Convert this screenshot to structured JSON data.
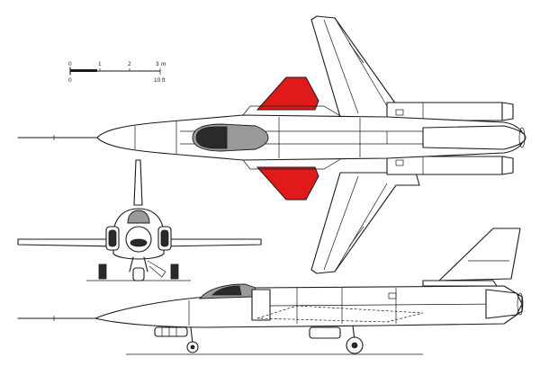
{
  "scale_bar": {
    "upper_ticks": [
      "0",
      "1",
      "2",
      "3"
    ],
    "upper_unit": "m",
    "lower_ticks": [
      "0",
      "10"
    ],
    "lower_unit": "ft"
  },
  "colors": {
    "highlight": "#e01a1a",
    "line": "#1a1a1a",
    "background": "#ffffff"
  },
  "views": [
    "top-view",
    "front-view",
    "side-view"
  ]
}
